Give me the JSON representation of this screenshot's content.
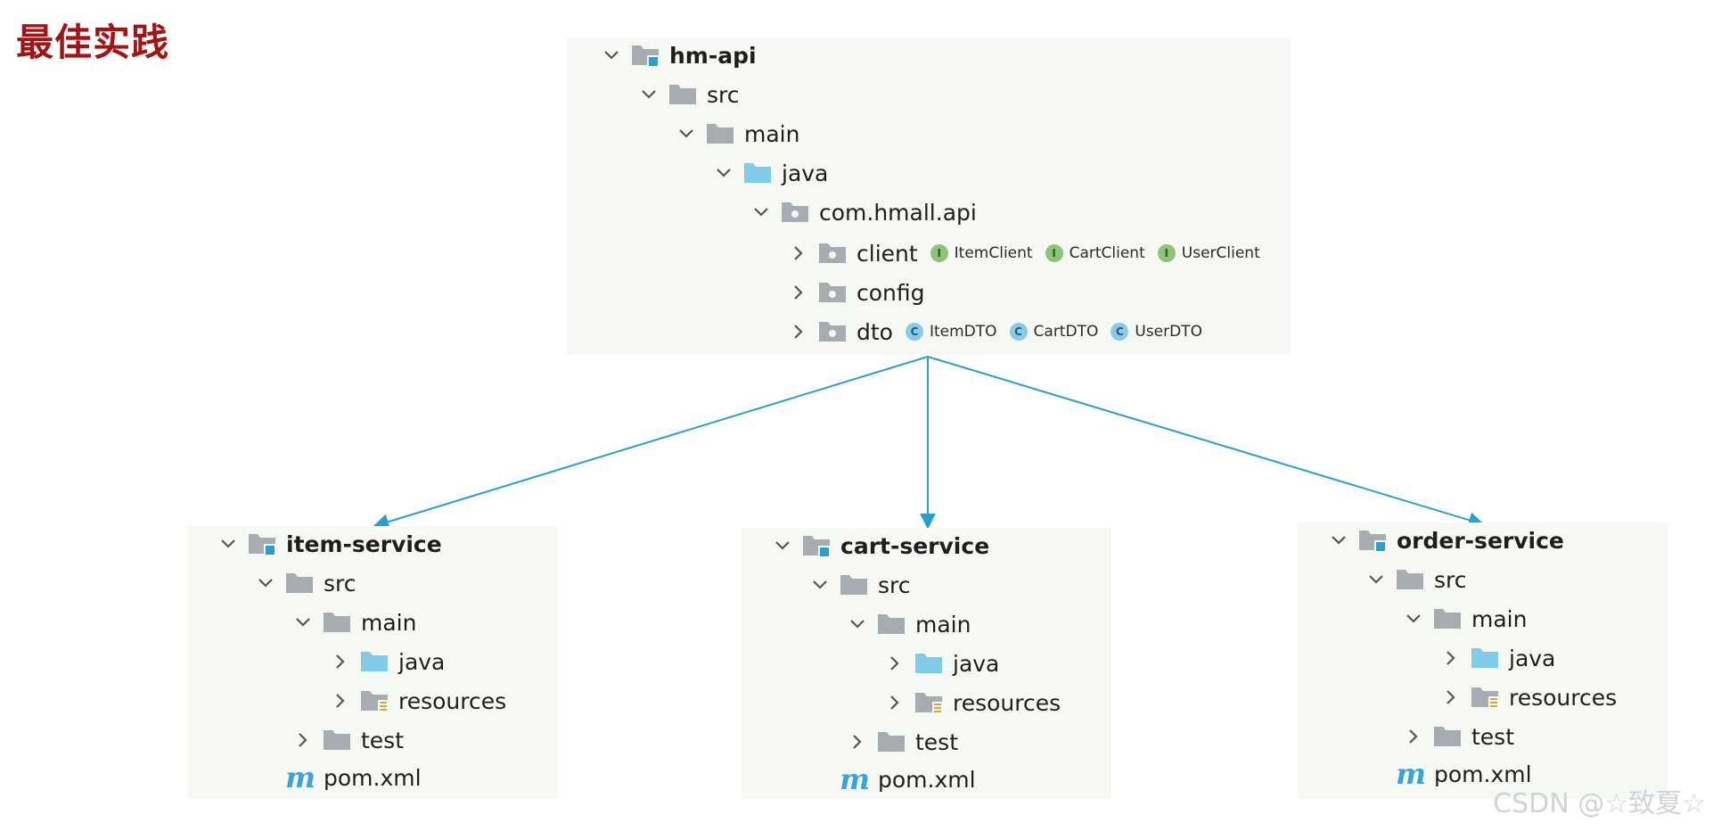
{
  "title": "最佳实践",
  "watermark": "CSDN @☆致夏☆",
  "colors": {
    "title": "#a31515",
    "arrow": "#2a9fcf",
    "panel": "#f6f8f3",
    "folder_gray": "#a7acb3",
    "folder_blue": "#7fcbe8"
  },
  "api_tree": {
    "module": "hm-api",
    "src": "src",
    "main": "main",
    "java": "java",
    "package": "com.hmall.api",
    "client": {
      "label": "client",
      "items": [
        "ItemClient",
        "CartClient",
        "UserClient"
      ],
      "badge": "I"
    },
    "config": {
      "label": "config"
    },
    "dto": {
      "label": "dto",
      "items": [
        "ItemDTO",
        "CartDTO",
        "UserDTO"
      ],
      "badge": "C"
    }
  },
  "services": [
    {
      "module": "item-service",
      "src": "src",
      "main": "main",
      "java": "java",
      "resources": "resources",
      "test": "test",
      "pom": "pom.xml",
      "pom_icon": "m"
    },
    {
      "module": "cart-service",
      "src": "src",
      "main": "main",
      "java": "java",
      "resources": "resources",
      "test": "test",
      "pom": "pom.xml",
      "pom_icon": "m"
    },
    {
      "module": "order-service",
      "src": "src",
      "main": "main",
      "java": "java",
      "resources": "resources",
      "test": "test",
      "pom": "pom.xml",
      "pom_icon": "m"
    }
  ]
}
